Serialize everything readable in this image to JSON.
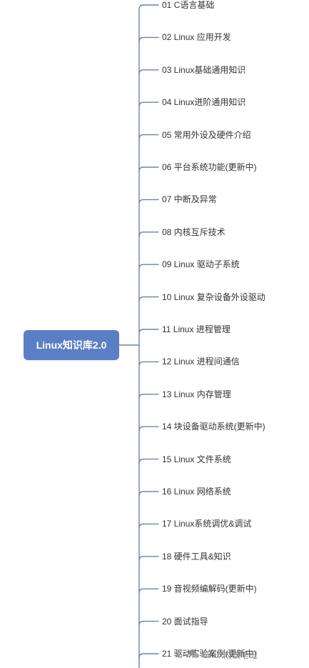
{
  "root": {
    "label": "Linux知识库2.0",
    "color": "#5b7fc4"
  },
  "branches": [
    {
      "label": " 01 C语言基础"
    },
    {
      "label": "02 Linux 应用开发"
    },
    {
      "label": "03 Linux基础通用知识"
    },
    {
      "label": "04 Linux进阶通用知识"
    },
    {
      "label": "05 常用外设及硬件介绍"
    },
    {
      "label": "06 平台系统功能(更新中)"
    },
    {
      "label": "07 中断及异常"
    },
    {
      "label": "08 内核互斥技术"
    },
    {
      "label": "09 Linux 驱动子系统"
    },
    {
      "label": "10 Linux 复杂设备外设驱动"
    },
    {
      "label": "11 Linux 进程管理"
    },
    {
      "label": "12 Linux 进程间通信"
    },
    {
      "label": "13 Linux 内存管理"
    },
    {
      "label": "14 块设备驱动系统(更新中)"
    },
    {
      "label": "15 Linux 文件系统"
    },
    {
      "label": "16 Linux 网络系统"
    },
    {
      "label": "17 Linux系统调优&调试"
    },
    {
      "label": "18 硬件工具&知识"
    },
    {
      "label": "19 音视频编解码(更新中)"
    },
    {
      "label": "20 面试指导"
    },
    {
      "label": "21 驱动实验案例(更新中)"
    }
  ],
  "connector_color": "#6b82b0",
  "watermark": {
    "icon": "wechat-icon",
    "text": "Linux内核笔记"
  }
}
